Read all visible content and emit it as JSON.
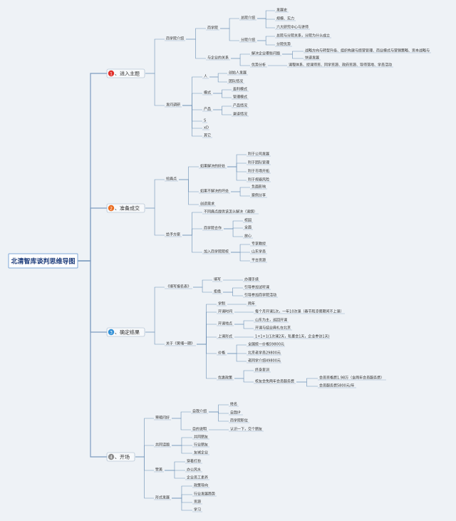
{
  "root": "北清智库谈判思维导图",
  "branches": [
    {
      "num": "1",
      "label": "、进入主题",
      "color": "#e0302b"
    },
    {
      "num": "2",
      "label": "、准备成交",
      "color": "#ea6b1e"
    },
    {
      "num": "3",
      "label": "、确定结果",
      "color": "#2f8fd6"
    },
    {
      "num": "4",
      "label": "、开场",
      "color": "#8c8c8c"
    }
  ],
  "nodes": {
    "n1_1": "商学院介绍",
    "n1_1_1": "商学院",
    "n1_1_1_1": "总院介绍",
    "n1_1_1_1_1": "发展史",
    "n1_1_1_1_2": "规模、实力",
    "n1_1_1_1_3": "六大研究中心与讲师",
    "n1_1_1_2": "分院介绍",
    "n1_1_1_2_1": "总院与分院关系，分院为什么成立",
    "n1_1_1_2_2": "分院优势",
    "n1_1_2": "与企业的关系",
    "n1_1_2_1": "解决企业哪些问题",
    "n1_1_2_1_1": "战略方向与转型升级、组织构建与经营管理、商业模式与营销策略、资本战略与",
    "n1_1_2_1_2": "快速发展",
    "n1_1_2_2": "优势分析",
    "n1_1_2_2_1": "课程体系、授课师资、同学资源、政府资源、导师落地、学员活动",
    "n1_2": "发问调研",
    "n1_2_1": "人",
    "n1_2_1_1": "创始人发展",
    "n1_2_1_2": "团队情况",
    "n1_2_2": "模式",
    "n1_2_2_1": "盈利模式",
    "n1_2_2_2": "管理模式",
    "n1_2_3": "产品",
    "n1_2_3_1": "产品情况",
    "n1_2_3_2": "渠道情况",
    "n1_2_4": "S",
    "n1_2_5": "xD",
    "n1_2_6": "其它",
    "n2_1": "挖痛点",
    "n2_1_1": "如果解决的好处",
    "n2_1_1_1": "利于公司发展",
    "n2_1_1_2": "利于团队管理",
    "n2_1_1_3": "利于市场开拓",
    "n2_1_1_4": "利于规避风险",
    "n2_1_2": "如果不解决的坏处",
    "n2_1_2_1": "负面影响",
    "n2_1_2_2": "案例分享",
    "n2_1_3": "创造需求",
    "n2_2": "给予方案",
    "n2_2_1": "不同痛点提供该怎么解决（课纲）",
    "n2_2_2": "商学院合作",
    "n2_2_2_1": "校园",
    "n2_2_2_2": "全面",
    "n2_2_2_3": "放心",
    "n2_2_3": "加入商学院院校",
    "n2_2_3_1": "专家教授",
    "n2_2_3_2": "山东学员",
    "n2_2_3_3": "平台资源",
    "n3_1": "《填写报名表》",
    "n3_1_1": "填写",
    "n3_1_1_1": "办理手续",
    "n3_1_2": "拒绝",
    "n3_1_2_1": "引导参加试听课",
    "n3_1_2_2": "引导参加商学院活动",
    "n3_2": "关于《黄埔一期》",
    "n3_2_1": "学制",
    "n3_2_1_1": "两年",
    "n3_2_2": "开课时间",
    "n3_2_2_1": "每个月开课1次，一年10次课（春节和凉假期间不上课）",
    "n3_2_3": "开课地点",
    "n3_2_3_1": "山东为主，巡回开课",
    "n3_2_3_2": "开课与结业典礼在北京",
    "n3_2_4": "上课形式",
    "n3_2_4_1": "1+1+1(1次课2天，私董会1天，企业参访1天)",
    "n3_2_5": "价格",
    "n3_2_5_1": "全国统一价格59800元",
    "n3_2_5_2": "北京老学员29800元",
    "n3_2_5_3": "老同学介绍49800元",
    "n3_2_6": "优惠政策",
    "n3_2_6_1": "终身复训",
    "n3_2_6_2": "校友会免两年会员服务费",
    "n3_2_6_2_1": "会员资格费1.98万（含两年会员服务费）",
    "n3_2_6_2_2": "会员服务费5800元/年",
    "n4_1": "寒暄问好",
    "n4_1_1": "自我介绍",
    "n4_1_1_1": "姓名",
    "n4_1_1_2": "自我IP",
    "n4_1_1_3": "商学院职位",
    "n4_1_2": "目的说明",
    "n4_1_2_1": "认识一下，交个朋友",
    "n4_2": "共同话题",
    "n4_2_1": "共同朋友",
    "n4_2_2": "行业朋友",
    "n4_2_3": "友城企业",
    "n4_3": "赞美",
    "n4_3_1": "穿着打扮",
    "n4_3_2": "办公风水",
    "n4_3_3": "企业员工素养",
    "n4_4": "形式发展",
    "n4_4_1": "政策导向",
    "n4_4_2": "行业发展趋势",
    "n4_4_3": "资源",
    "n4_4_4": "学习"
  }
}
